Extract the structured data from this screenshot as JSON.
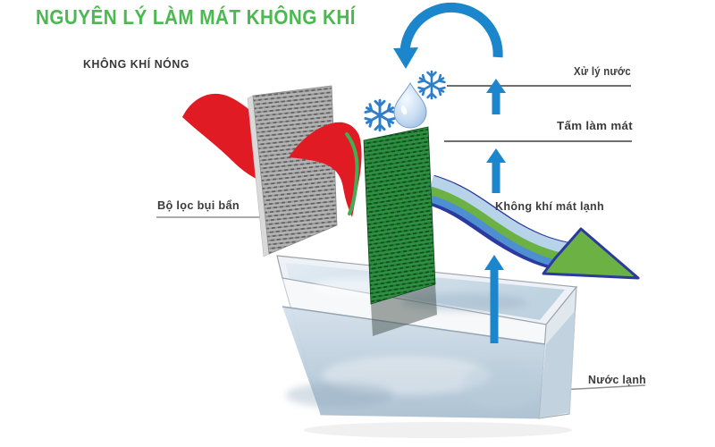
{
  "title": "NGUYÊN LÝ LÀM MÁT KHÔNG KHÍ",
  "labels": {
    "hot_air": "KHÔNG KHÍ NÓNG",
    "dust_filter": "Bộ lọc bụi bẩn",
    "water_treatment": "Xử lý nước",
    "cooling_pad": "Tấm làm mát",
    "cool_air": "Không khí mát lạnh",
    "cold_water": "Nước lạnh"
  },
  "icons": [
    "circulation-arrow-icon",
    "snowflake-icon",
    "water-drop-icon",
    "up-arrow-icon",
    "hot-air-wave-icon",
    "cool-air-arrow-icon"
  ],
  "colors": {
    "title_green": "#4ab94f",
    "hot_air_red": "#e11b23",
    "process_blue": "#1b86cb",
    "snowflake_blue": "#2e7ecb",
    "cool_air_green": "#6cb144",
    "outline_navy": "#2b3a9e",
    "label_gray": "#3c3c3c",
    "line_gray": "#6e6e6e",
    "pad_green": "#2e9040",
    "filter_gray": "#b4b4b4"
  }
}
